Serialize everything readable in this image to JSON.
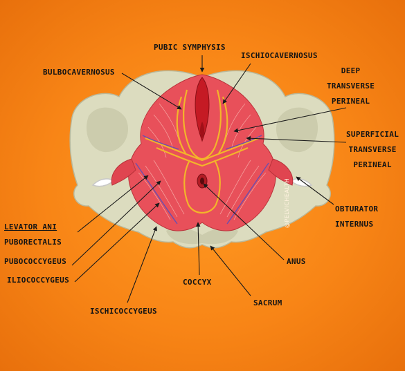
{
  "labels": {
    "pubic_symphysis": "PUBIC SYMPHYSIS",
    "ischiocavernosus": "ISCHIOCAVERNOSUS",
    "bulbocavernosus": "BULBOCAVERNOSUS",
    "deep_transverse_perineal": [
      "DEEP",
      "TRANSVERSE",
      "PERINEAL"
    ],
    "superficial_transverse_perineal": [
      "SUPERFICIAL",
      "TRANSVERSE",
      "PERINEAL"
    ],
    "obturator_internus": [
      "OBTURATOR",
      "INTERNUS"
    ],
    "levator_ani_puborectalis": [
      "LEVATOR ANI",
      "PUBORECTALIS"
    ],
    "pubococcygeus": "PUBOCOCCYGEUS",
    "iliococcygeus": "ILIOCOCCYGEUS",
    "ischicoccygeus": "ISCHICOCCYGEUS",
    "coccyx": "COCCYX",
    "anus": "ANUS",
    "sacrum": "SACRUM"
  },
  "watermark": "@PELVICHEALTH",
  "colors": {
    "background": "#f88516",
    "bone": "#dcdcbf",
    "muscle": "#e8505a",
    "fascia": "#f3b52a",
    "vein": "#6a4fb0",
    "text": "#141414"
  }
}
